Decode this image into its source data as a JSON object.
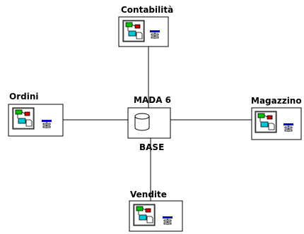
{
  "diagram": {
    "center": {
      "title": "MADA 6",
      "subtitle": "BASE",
      "icon": "database-cylinder-icon"
    },
    "modules": [
      {
        "id": "contabilita",
        "label": "Contabilità",
        "icon": "module-app-icon",
        "badge_icon": "table-grid-icon"
      },
      {
        "id": "ordini",
        "label": "Ordini",
        "icon": "module-app-icon",
        "badge_icon": "table-grid-icon"
      },
      {
        "id": "magazzino",
        "label": "Magazzino",
        "icon": "module-app-icon",
        "badge_icon": "table-grid-icon"
      },
      {
        "id": "vendite",
        "label": "Vendite",
        "icon": "module-app-icon",
        "badge_icon": "table-grid-icon"
      }
    ],
    "colors": {
      "line": "#000000",
      "icon_green": "#00c000",
      "icon_red": "#d00000",
      "icon_cyan": "#00c8d8",
      "icon_blue": "#0000c8",
      "panel_bg": "#ffffff"
    }
  }
}
